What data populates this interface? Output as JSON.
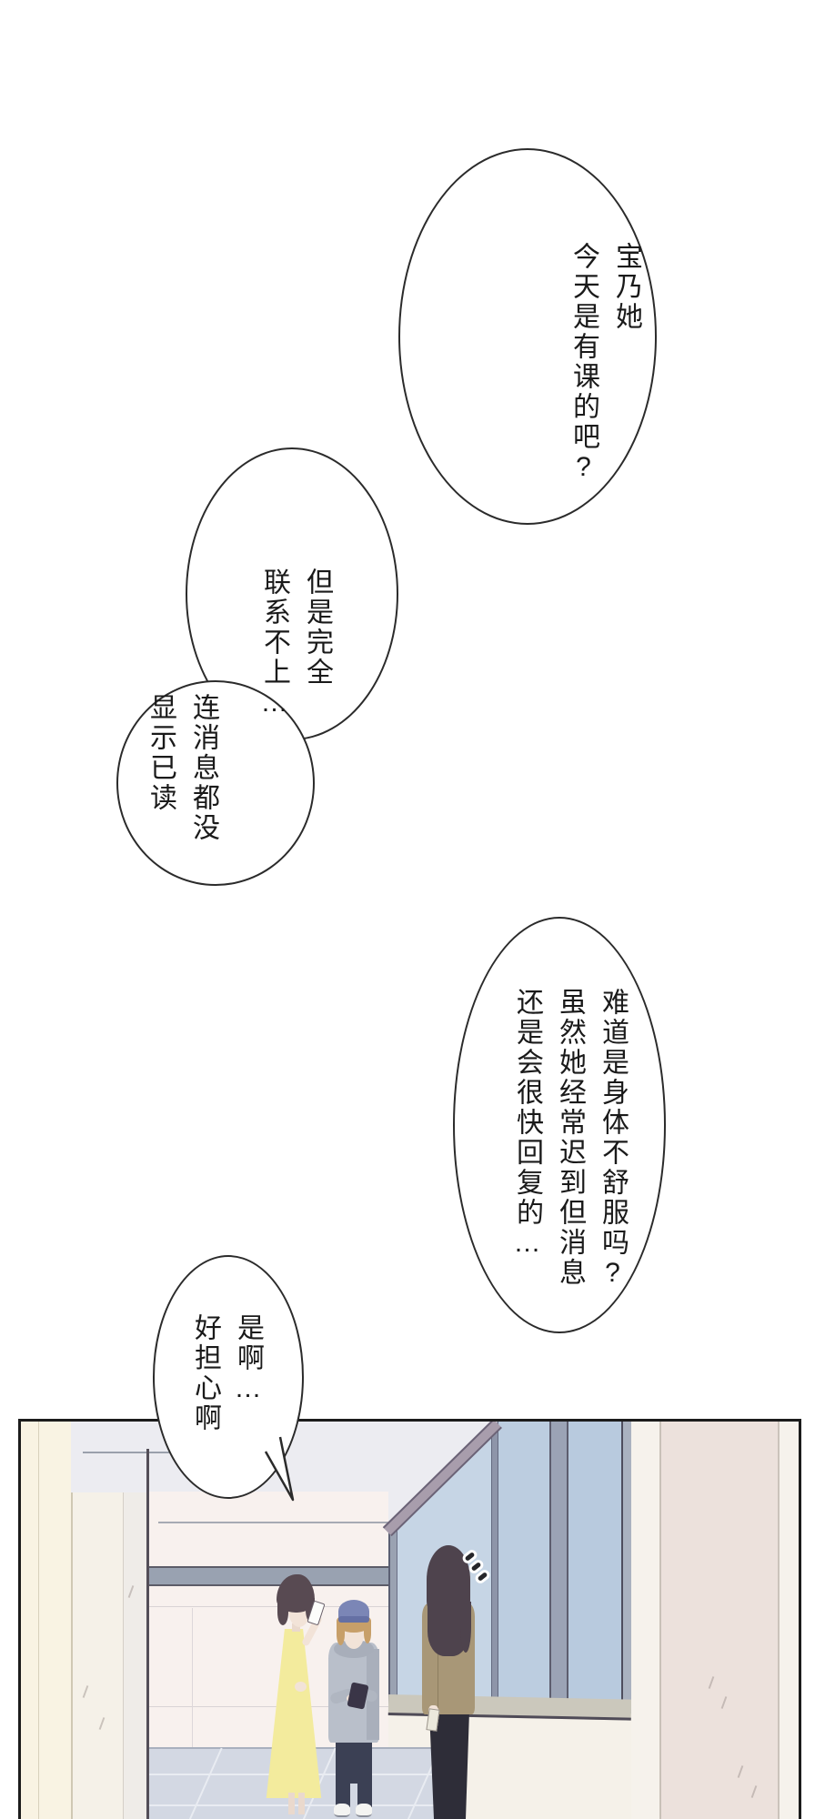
{
  "page": {
    "type": "manga-page",
    "background": "#ffffff"
  },
  "bubbles": [
    {
      "name": "speech-bubble-1",
      "reading": "vertical-rl",
      "columns": [
        "宝乃她",
        "今天是有课的吧?"
      ]
    },
    {
      "name": "speech-bubble-2",
      "reading": "vertical-rl",
      "columns": [
        "但是完全",
        "联系不上…"
      ]
    },
    {
      "name": "speech-bubble-3",
      "reading": "vertical-rl",
      "columns": [
        "连消息都没",
        "显示已读"
      ]
    },
    {
      "name": "speech-bubble-4",
      "reading": "vertical-rl",
      "columns": [
        "难道是身体不舒服吗?",
        "虽然她经常迟到但消息",
        "还是会很快回复的…"
      ]
    },
    {
      "name": "speech-bubble-5",
      "reading": "vertical-rl",
      "tail": "down-right",
      "columns": [
        "是啊…",
        "好担心啊"
      ]
    }
  ],
  "panel": {
    "scene": "hallway-with-window-wall",
    "characters": [
      "woman-short-dark-hair-yellow-dress-phone-at-ear",
      "short-person-blue-beanie-gray-hoodie-holding-phone",
      "tall-person-long-dark-hair-khaki-shirt"
    ],
    "effects": [
      "startle-marks-above-tall-person"
    ]
  },
  "colors": {
    "outline": "#2b2b2b",
    "text": "#1a1a1a",
    "window_glass": "#c1d2e3",
    "mullion_gray": "#9ba3b5",
    "wall_offwhite": "#f6f2ec",
    "wall_cream": "#f9f3e3",
    "wall_pink_beige": "#ece1dc",
    "hallway_wall": "#f8f1ee",
    "transom_band": "#99a2b1",
    "floor": "#d3d8e3",
    "dress_yellow": "#f3eb9d",
    "beanie_blue": "#7b86b6",
    "hoodie_gray": "#b9bfca",
    "hair_dark": "#584a52",
    "hair_light_brown": "#c79f69",
    "shirt_khaki": "#a89777",
    "pants_dark": "#2e2d38",
    "skin": "#f2e3d8"
  }
}
